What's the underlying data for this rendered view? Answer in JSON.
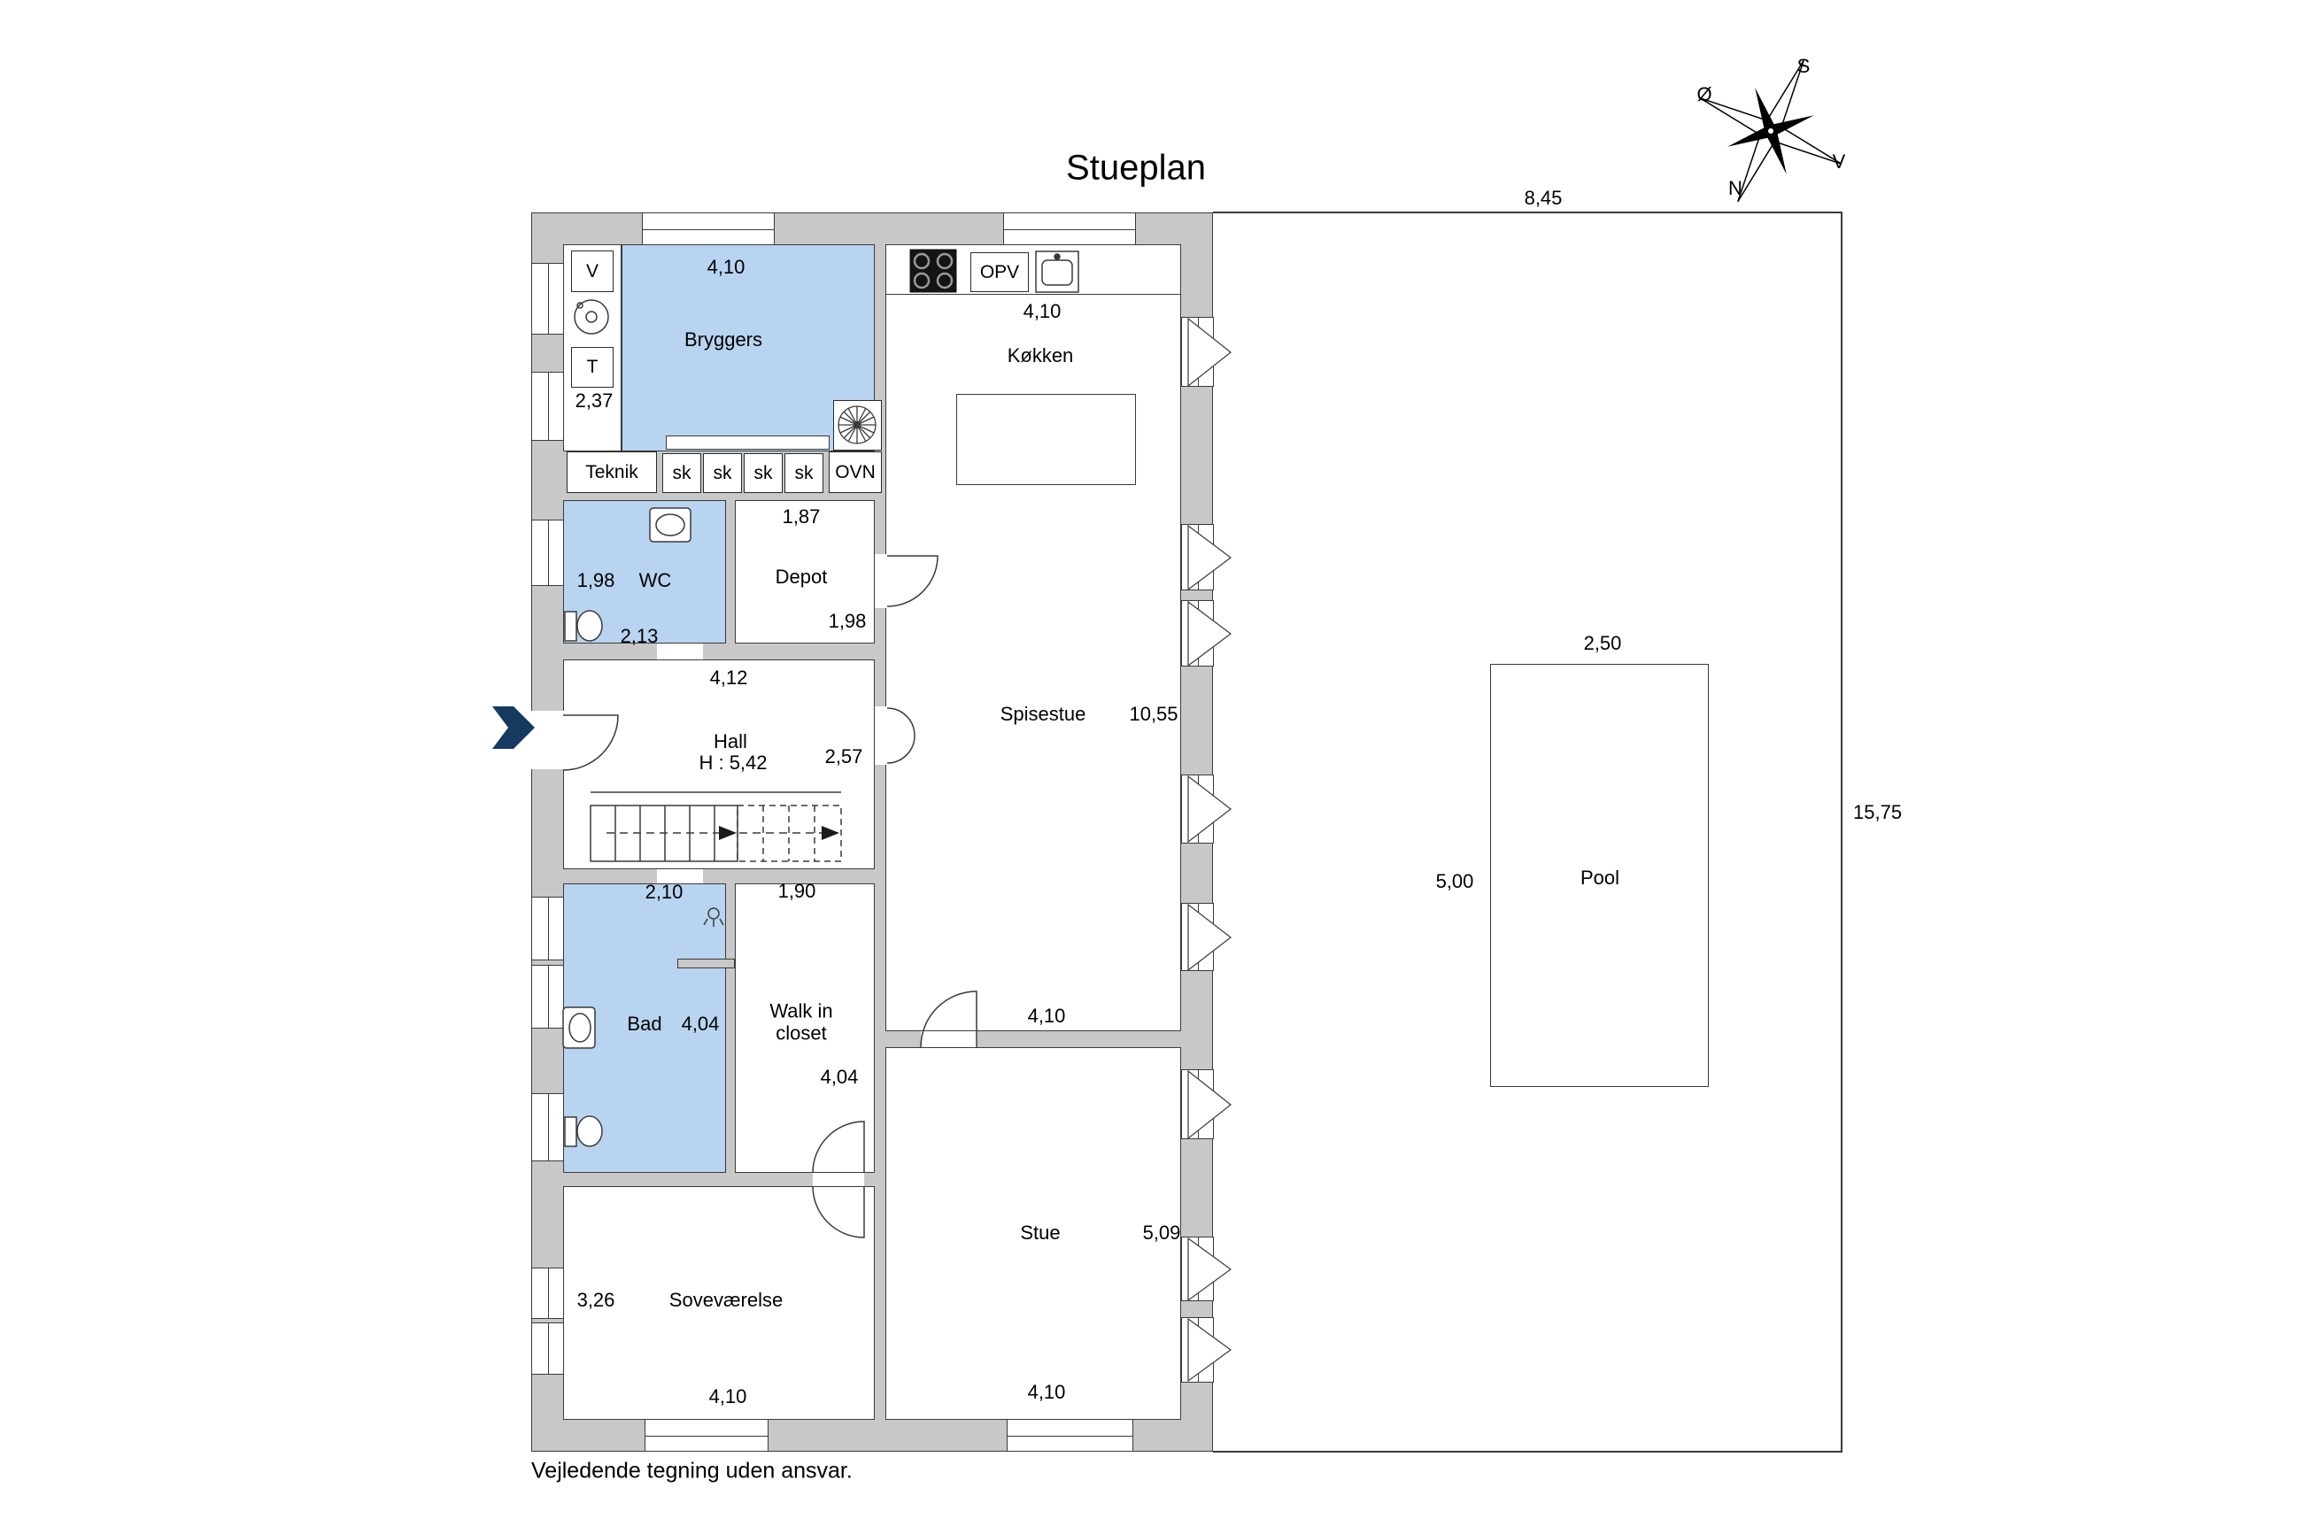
{
  "title": "Stueplan",
  "disclaimer": "Vejledende tegning uden ansvar.",
  "colors": {
    "highlight_room": "#b8d4f0",
    "wall": "#c8c8c8",
    "entry_arrow": "#16395f"
  },
  "compass": {
    "s": "S",
    "v": "V",
    "n": "N",
    "oe": "Ø"
  },
  "site": {
    "width_dim": "8,45",
    "height_dim": "15,75"
  },
  "pool": {
    "label": "Pool",
    "width_dim": "2,50",
    "height_dim": "5,00"
  },
  "laundry": {
    "washer": "V",
    "dryer": "T",
    "dim": "2,37"
  },
  "bryggers": {
    "label": "Bryggers",
    "dim": "4,10"
  },
  "teknik": {
    "label": "Teknik"
  },
  "closets": {
    "labels": [
      "sk",
      "sk",
      "sk",
      "sk"
    ]
  },
  "ovn": {
    "label": "OVN"
  },
  "kitchen": {
    "label": "Køkken",
    "dim": "4,10",
    "opv": "OPV"
  },
  "wc": {
    "label": "WC",
    "dim_left": "1,98",
    "dim_bottom": "2,13"
  },
  "depot": {
    "label": "Depot",
    "dim_top": "1,87",
    "dim_right": "1,98"
  },
  "hall": {
    "label": "Hall",
    "ceiling_height": "H : 5,42",
    "dim_top": "4,12",
    "dim_right": "2,57"
  },
  "spisestue": {
    "label": "Spisestue",
    "dim": "10,55"
  },
  "bad": {
    "label": "Bad",
    "dim_top": "2,10",
    "dim": "4,04"
  },
  "walkin": {
    "label_line1": "Walk in",
    "label_line2": "closet",
    "dim_top": "1,90",
    "dim": "4,04"
  },
  "stue": {
    "label": "Stue",
    "dim": "5,09",
    "dim_top": "4,10",
    "dim_bottom": "4,10"
  },
  "bedroom": {
    "label": "Soveværelse",
    "dim_left": "3,26",
    "dim_bottom": "4,10"
  }
}
